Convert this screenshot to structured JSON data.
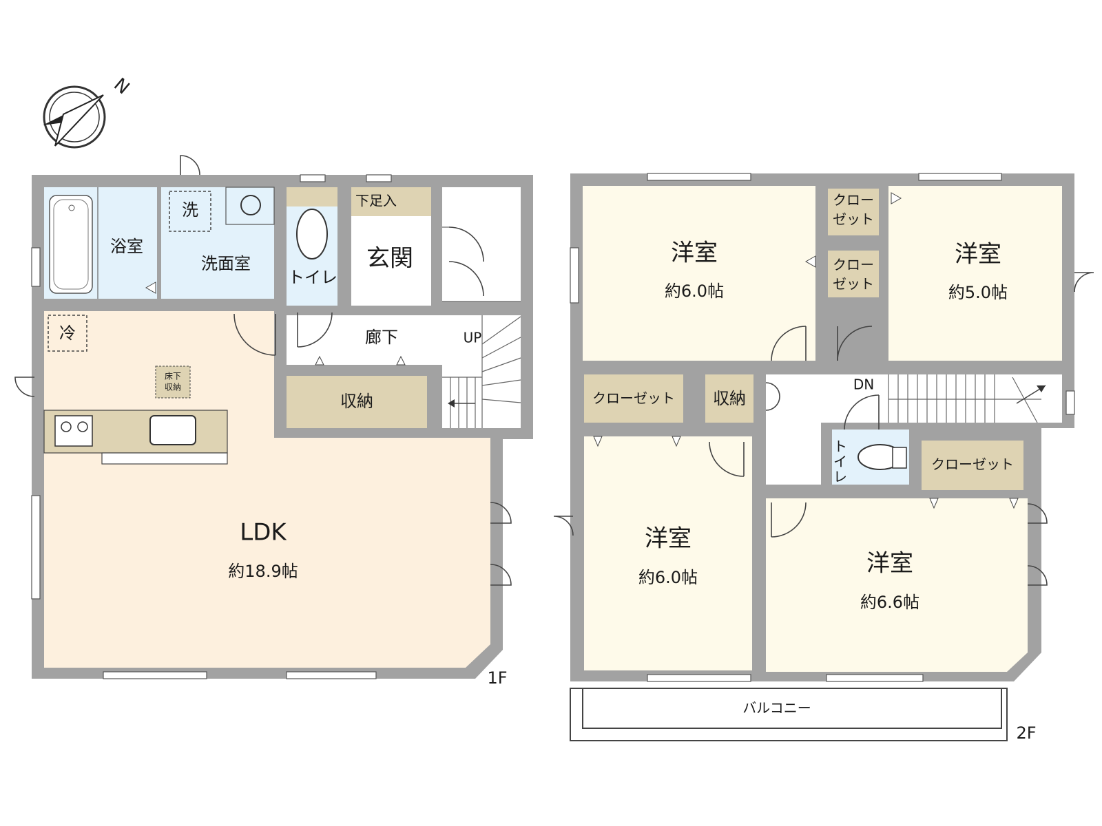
{
  "compass": {
    "label": "N"
  },
  "floor1": {
    "tag": "1F",
    "rooms": {
      "bath": "浴室",
      "washroom": "洗面室",
      "washer": "洗",
      "toilet": "トイレ",
      "shoe_storage": "下足入",
      "entrance": "玄関",
      "hall": "廊下",
      "up": "UP",
      "storage": "収納",
      "fridge": "冷",
      "underfloor_line1": "床下",
      "underfloor_line2": "収納",
      "ldk": "LDK",
      "ldk_size": "約18.9帖"
    }
  },
  "floor2": {
    "tag": "2F",
    "rooms": {
      "western1": "洋室",
      "western1_size": "約6.0帖",
      "western2": "洋室",
      "western2_size": "約5.0帖",
      "closet_a_1": "クロー",
      "closet_a_2": "ゼット",
      "closet_b_1": "クロー",
      "closet_b_2": "ゼット",
      "closet_c": "クローゼット",
      "storage": "収納",
      "dn": "DN",
      "western3": "洋室",
      "western3_size": "約6.0帖",
      "toilet_1": "ト",
      "toilet_2": "イ",
      "toilet_3": "レ",
      "closet_d": "クローゼット",
      "western4": "洋室",
      "western4_size": "約6.6帖",
      "balcony": "バルコニー"
    }
  }
}
